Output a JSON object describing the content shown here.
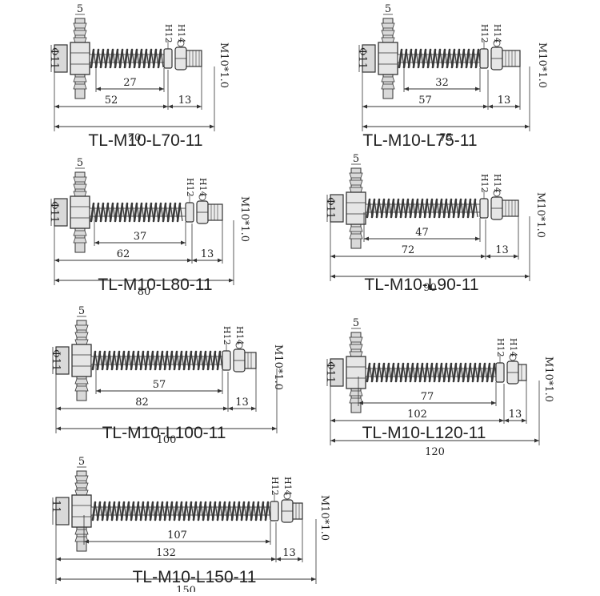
{
  "colors": {
    "line": "#333333",
    "spring": "#3a3a3a",
    "body": "#d9d9d9",
    "text": "#222222"
  },
  "shared": {
    "pipe_width": "5",
    "hex_nut_a": "H12",
    "hex_nut_b": "H14",
    "thread": "M10*1.0",
    "diameter": "Φ11",
    "diameter_short": "11",
    "end_length": "13"
  },
  "diagrams": [
    {
      "caption": "TL-M10-L70-11",
      "spring": "27",
      "shaft": "52",
      "total": "70"
    },
    {
      "caption": "TL-M10-L75-11",
      "spring": "32",
      "shaft": "57",
      "total": "75"
    },
    {
      "caption": "TL-M10-L80-11",
      "spring": "37",
      "shaft": "62",
      "total": "80"
    },
    {
      "caption": "TL-M10-L90-11",
      "spring": "47",
      "shaft": "72",
      "total": "90"
    },
    {
      "caption": "TL-M10-L100-11",
      "spring": "57",
      "shaft": "82",
      "total": "100"
    },
    {
      "caption": "TL-M10-L120-11",
      "spring": "77",
      "shaft": "102",
      "total": "120"
    },
    {
      "caption": "TL-M10-L150-11",
      "spring": "107",
      "shaft": "132",
      "total": "150"
    }
  ]
}
